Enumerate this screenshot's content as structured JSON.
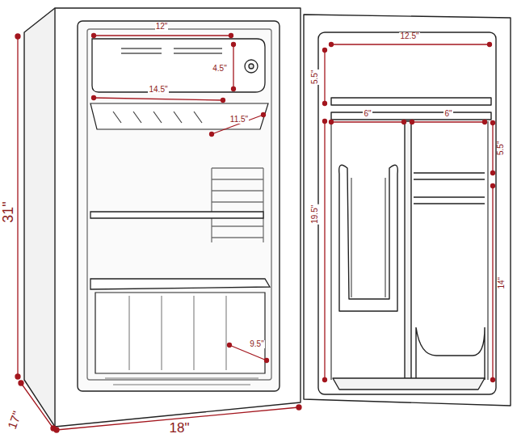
{
  "diagram": {
    "labels": [
      "12\"",
      "4.5\"",
      "14.5\"",
      "11.5\"",
      "9.5\"",
      "12.5\"",
      "5.5\"",
      "6\"",
      "6\"",
      "5.5\"",
      "19.5\"",
      "14\"",
      "31\"",
      "17\"",
      "18\""
    ]
  }
}
